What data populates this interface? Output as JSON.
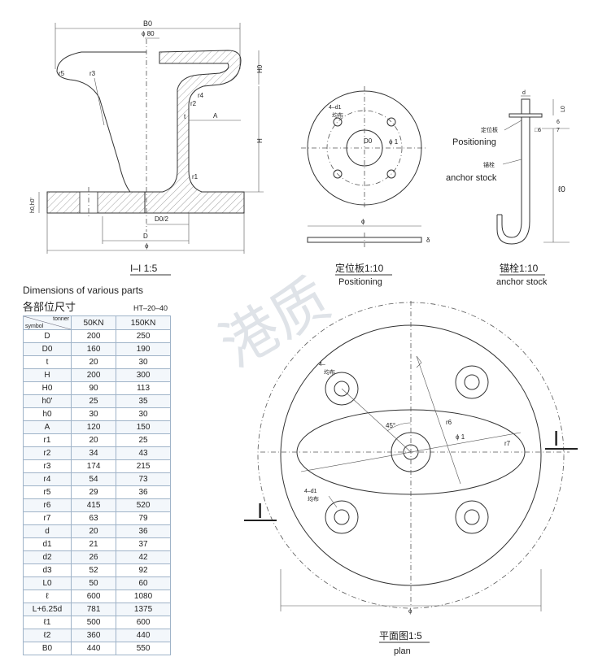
{
  "section_view": {
    "title": "I–I 1:5",
    "labels": {
      "b0": "B0",
      "phi80": "ϕ 80",
      "r5": "r5",
      "r3": "r3",
      "h0_cap": "H0",
      "r4": "r4",
      "r2": "r2",
      "t": "t",
      "a": "A",
      "h": "H",
      "r1": "r1",
      "h0_left": "h0,h0'",
      "d0_half": "D0/2",
      "d": "D",
      "phi": "ϕ"
    }
  },
  "positioning": {
    "title_cn": "定位板1:10",
    "title_en": "Positioning",
    "labels": {
      "holes": "4–d1",
      "holes_even": "均布",
      "d0": "D0",
      "phi1": "ϕ 1",
      "phi": "ϕ",
      "delta": "δ"
    }
  },
  "anchor": {
    "title_cn": "锚栓1:10",
    "title_en": "anchor stock",
    "labels": {
      "d": "d",
      "l0_top": "L0",
      "plate_cn": "定位板",
      "plate_en": "Positioning",
      "delta6": "6",
      "d7": "□6",
      "seven": "7",
      "bolt_cn": "锚栓",
      "bolt_en": "anchor stock",
      "l0": "ℓ0"
    }
  },
  "plan": {
    "title_cn": "平面图1:5",
    "title_en": "plan",
    "watermark": "港质",
    "labels": {
      "holes_top": "4–",
      "holes_top_even": "均布",
      "angle": "45°",
      "r6": "r6",
      "phi1": "ϕ 1",
      "r7": "r7",
      "holes_bottom": "4–d1",
      "holes_bottom_even": "均布",
      "section_right": "I",
      "section_left": "I",
      "phi": "ϕ"
    }
  },
  "dimensions_table": {
    "title_en": "Dimensions of various parts",
    "title_cn": "各部位尺寸",
    "code": "HT–20–40",
    "header": {
      "tonner": "tonner",
      "symbol": "symbol",
      "col1": "50KN",
      "col2": "150KN"
    },
    "rows": [
      {
        "symbol": "D",
        "v1": "200",
        "v2": "250"
      },
      {
        "symbol": "D0",
        "v1": "160",
        "v2": "190"
      },
      {
        "symbol": "t",
        "v1": "20",
        "v2": "30"
      },
      {
        "symbol": "H",
        "v1": "200",
        "v2": "300"
      },
      {
        "symbol": "H0",
        "v1": "90",
        "v2": "113"
      },
      {
        "symbol": "h0'",
        "v1": "25",
        "v2": "35"
      },
      {
        "symbol": "h0",
        "v1": "30",
        "v2": "30"
      },
      {
        "symbol": "A",
        "v1": "120",
        "v2": "150"
      },
      {
        "symbol": "r1",
        "v1": "20",
        "v2": "25"
      },
      {
        "symbol": "r2",
        "v1": "34",
        "v2": "43"
      },
      {
        "symbol": "r3",
        "v1": "174",
        "v2": "215"
      },
      {
        "symbol": "r4",
        "v1": "54",
        "v2": "73"
      },
      {
        "symbol": "r5",
        "v1": "29",
        "v2": "36"
      },
      {
        "symbol": "r6",
        "v1": "415",
        "v2": "520"
      },
      {
        "symbol": "r7",
        "v1": "63",
        "v2": "79"
      },
      {
        "symbol": "d",
        "v1": "20",
        "v2": "36"
      },
      {
        "symbol": "d1",
        "v1": "21",
        "v2": "37"
      },
      {
        "symbol": "d2",
        "v1": "26",
        "v2": "42"
      },
      {
        "symbol": "d3",
        "v1": "52",
        "v2": "92"
      },
      {
        "symbol": "L0",
        "v1": "50",
        "v2": "60"
      },
      {
        "symbol": "ℓ",
        "v1": "600",
        "v2": "1080"
      },
      {
        "symbol": "L+6.25d",
        "v1": "781",
        "v2": "1375"
      },
      {
        "symbol": "ℓ1",
        "v1": "500",
        "v2": "600"
      },
      {
        "symbol": "ℓ2",
        "v1": "360",
        "v2": "440"
      },
      {
        "symbol": "B0",
        "v1": "440",
        "v2": "550"
      }
    ]
  }
}
